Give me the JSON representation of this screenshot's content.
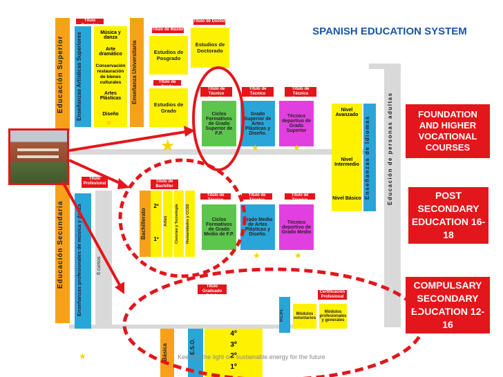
{
  "title": "SPANISH EDUCATION SYSTEM",
  "side_boxes": {
    "foundation": "FOUNDATION AND HIGHER VOCATIONAL COURSES",
    "post_secondary": "POST SECONDARY EDUCATION 16-18",
    "compulsory": "COMPULSARY SECONDARY EDUCATION 12-16"
  },
  "vertical_labels": {
    "educacion_superior": "Educación Superior",
    "educacion_secundaria": "Educación Secundaria",
    "ensenanzas_artisticas": "Enseñanzas Artísticas Superiores",
    "ensenanza_universitaria": "Enseñanza Universitaria",
    "ensenanzas_profesionales": "Enseñanzas profesionales de música y danza",
    "seis_cursos": "6 cursos",
    "bachillerato": "Bachillerato",
    "artes": "Artes",
    "ciencias": "Ciencias y Tecnología",
    "humanidades": "Humanidades y CCSS",
    "ensenanzas_idiomas": "Enseñanzas de Idiomas",
    "educacion_adultos": "Educación de personas adultas",
    "pcpi": "P.C.P.I.",
    "eso": "E.S.O.",
    "basica": "Básica"
  },
  "artisticas_list": [
    "Música y danza",
    "Arte dramático",
    "Conservación restauración de bienes culturales",
    "Artes Plásticas",
    "Diseño"
  ],
  "red_labels": {
    "titulo_superior": "Título Superior",
    "titulo_master": "Título de Máster",
    "titulo_doctor": "Título de Doctor",
    "titulo_grado": "Título de Grado",
    "titulo_tecnico_superior_1": "Título de Técnico Superior",
    "titulo_tecnico_superior_2": "Título de Técnico Superior",
    "titulo_tecnico_superior_3": "Título de Técnico Superior",
    "titulo_profesional": "Título Profesional",
    "titulo_bachiller": "Título de Bachiller",
    "titulo_tecnico_1": "Título de Técnico",
    "titulo_tecnico_2": "Título de Técnico",
    "titulo_tecnico_3": "Título de Técnico",
    "titulo_graduado_eso": "Título Graduado E.S.O.",
    "certificacion": "Certificación Profesional"
  },
  "university": {
    "posgrado": "Estudios de Posgrado",
    "doctorado": "Estudios de Doctorado",
    "grado": "Estudios de Grado"
  },
  "cf_superior": {
    "ciclos": "Ciclos Formativos de Grado Superior de F.P.",
    "artes": "Grado Superior de Artes Plásticas y Diseño.",
    "deportivo": "Técnico deportivo de Grado Superior"
  },
  "cf_medio": {
    "ciclos": "Ciclos Formativos de Grado Medio de F.P.",
    "artes": "Grado Medio de Artes Plásticas y Diseño.",
    "deportivo": "Técnico deportivo de Grado Medio"
  },
  "idiomas_levels": [
    "Nivel Avanzado",
    "Nivel Intermedio",
    "Nivel Básico"
  ],
  "bachillerato_years": [
    "2º",
    "1º"
  ],
  "eso_years": [
    "4º",
    "3º",
    "2º",
    "1º"
  ],
  "pcpi_boxes": {
    "voluntarios": "Módulos voluntarios",
    "generales": "Módulos profesionales y generales"
  },
  "caption": "Keeping the light on: sustainable energy for the future",
  "colors": {
    "red": "#e3161b",
    "orange": "#f7a11a",
    "blue": "#2aa5d9",
    "green": "#5cc64c",
    "magenta": "#e23fe0",
    "yellow": "#fff200",
    "grey": "#d9d9d9"
  }
}
